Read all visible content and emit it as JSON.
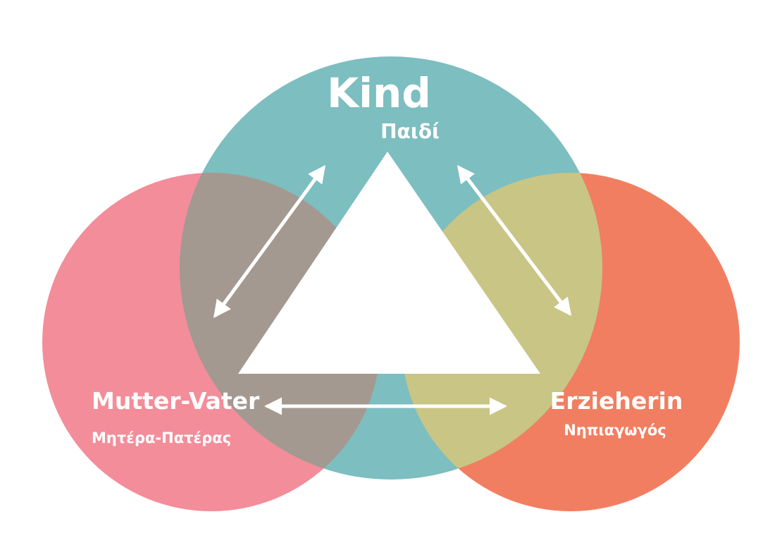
{
  "nodes": {
    "child": {
      "title": "Kind",
      "subtitle": "Παιδί",
      "color": "#7dbec0"
    },
    "parents": {
      "title": "Mutter-Vater",
      "subtitle": "Μητέρα-Πατέρας",
      "color": "#f38d9a"
    },
    "educator": {
      "title": "Erzieherin",
      "subtitle": "Νηπιαγωγός",
      "color": "#f27e61"
    }
  },
  "overlaps": {
    "child_parents_color": "#a39990",
    "child_educator_color": "#c9c585"
  },
  "center_color": "#ffffff",
  "arrow_color": "#ffffff"
}
